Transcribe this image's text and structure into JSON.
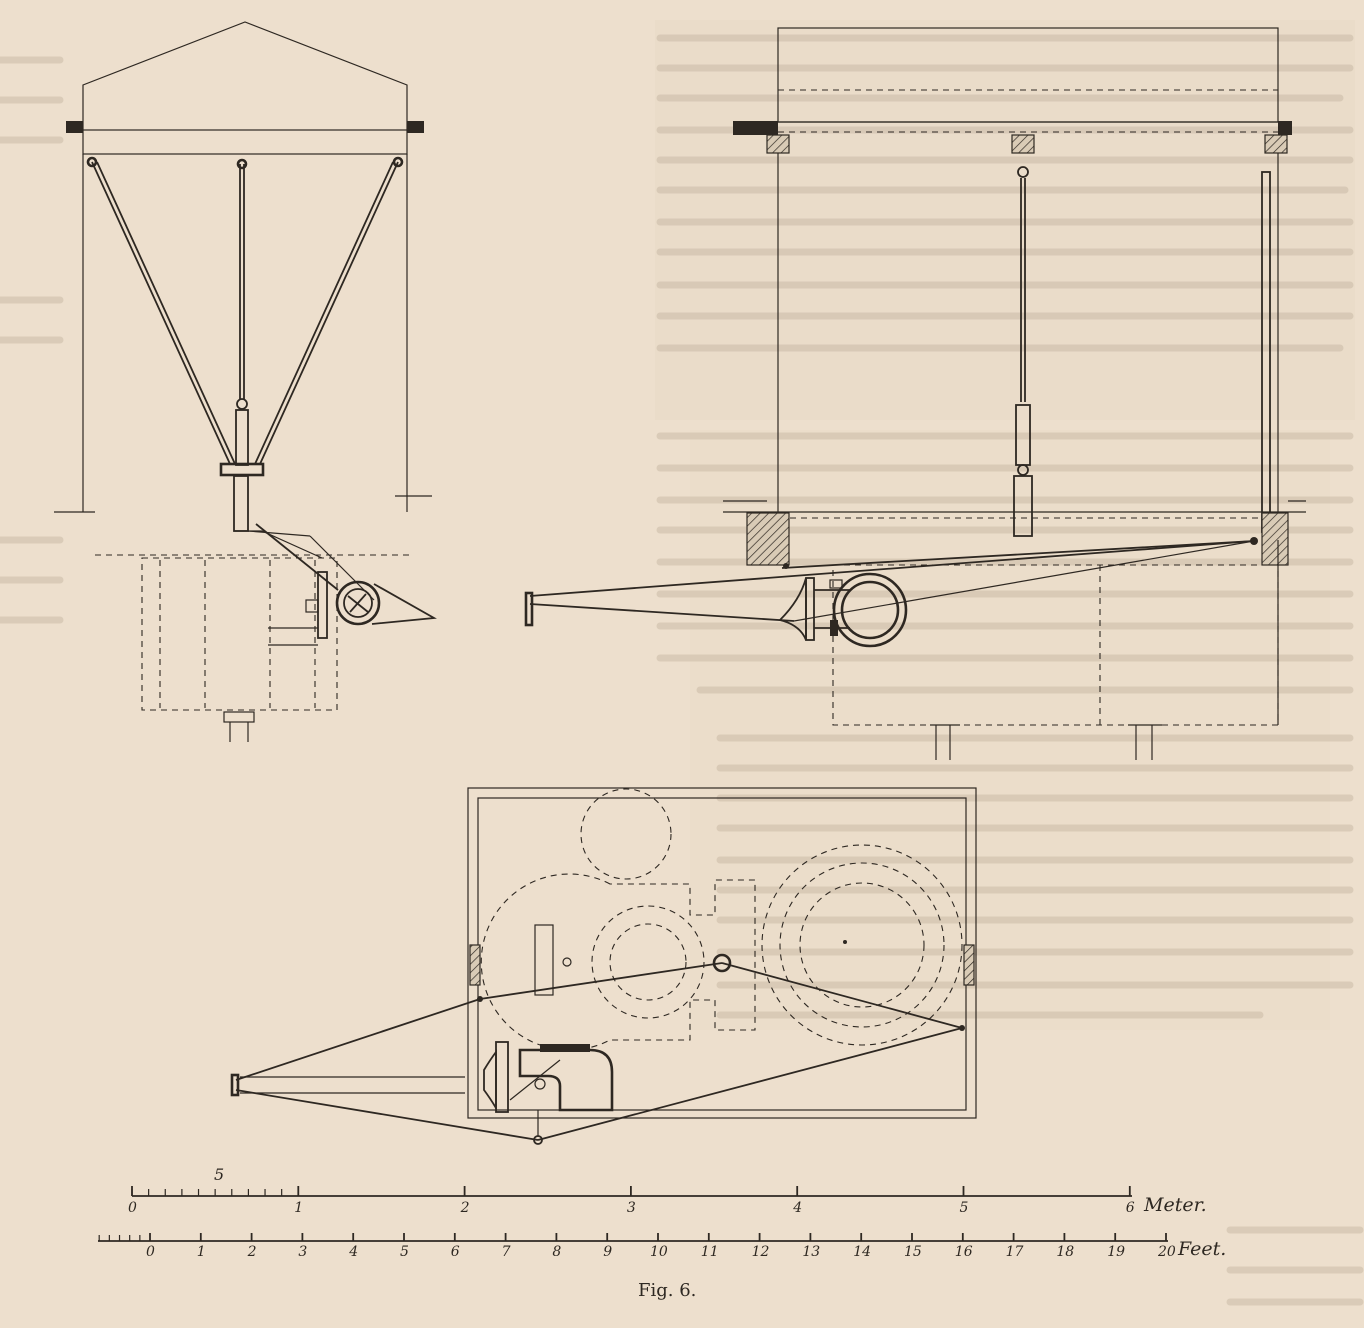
{
  "figure": {
    "caption": "Fig. 6."
  },
  "scales": {
    "meter": {
      "unit_label": "Meter.",
      "tenths_label": "5",
      "ticks": [
        "0",
        "1",
        "2",
        "3",
        "4",
        "5",
        "6"
      ]
    },
    "feet": {
      "unit_label": "Feet.",
      "ticks": [
        "0",
        "1",
        "2",
        "3",
        "4",
        "5",
        "6",
        "7",
        "8",
        "9",
        "10",
        "11",
        "12",
        "13",
        "14",
        "15",
        "16",
        "17",
        "18",
        "19",
        "20"
      ]
    }
  },
  "colors": {
    "paper": "#eddfcd",
    "ink": "#2e2822"
  }
}
